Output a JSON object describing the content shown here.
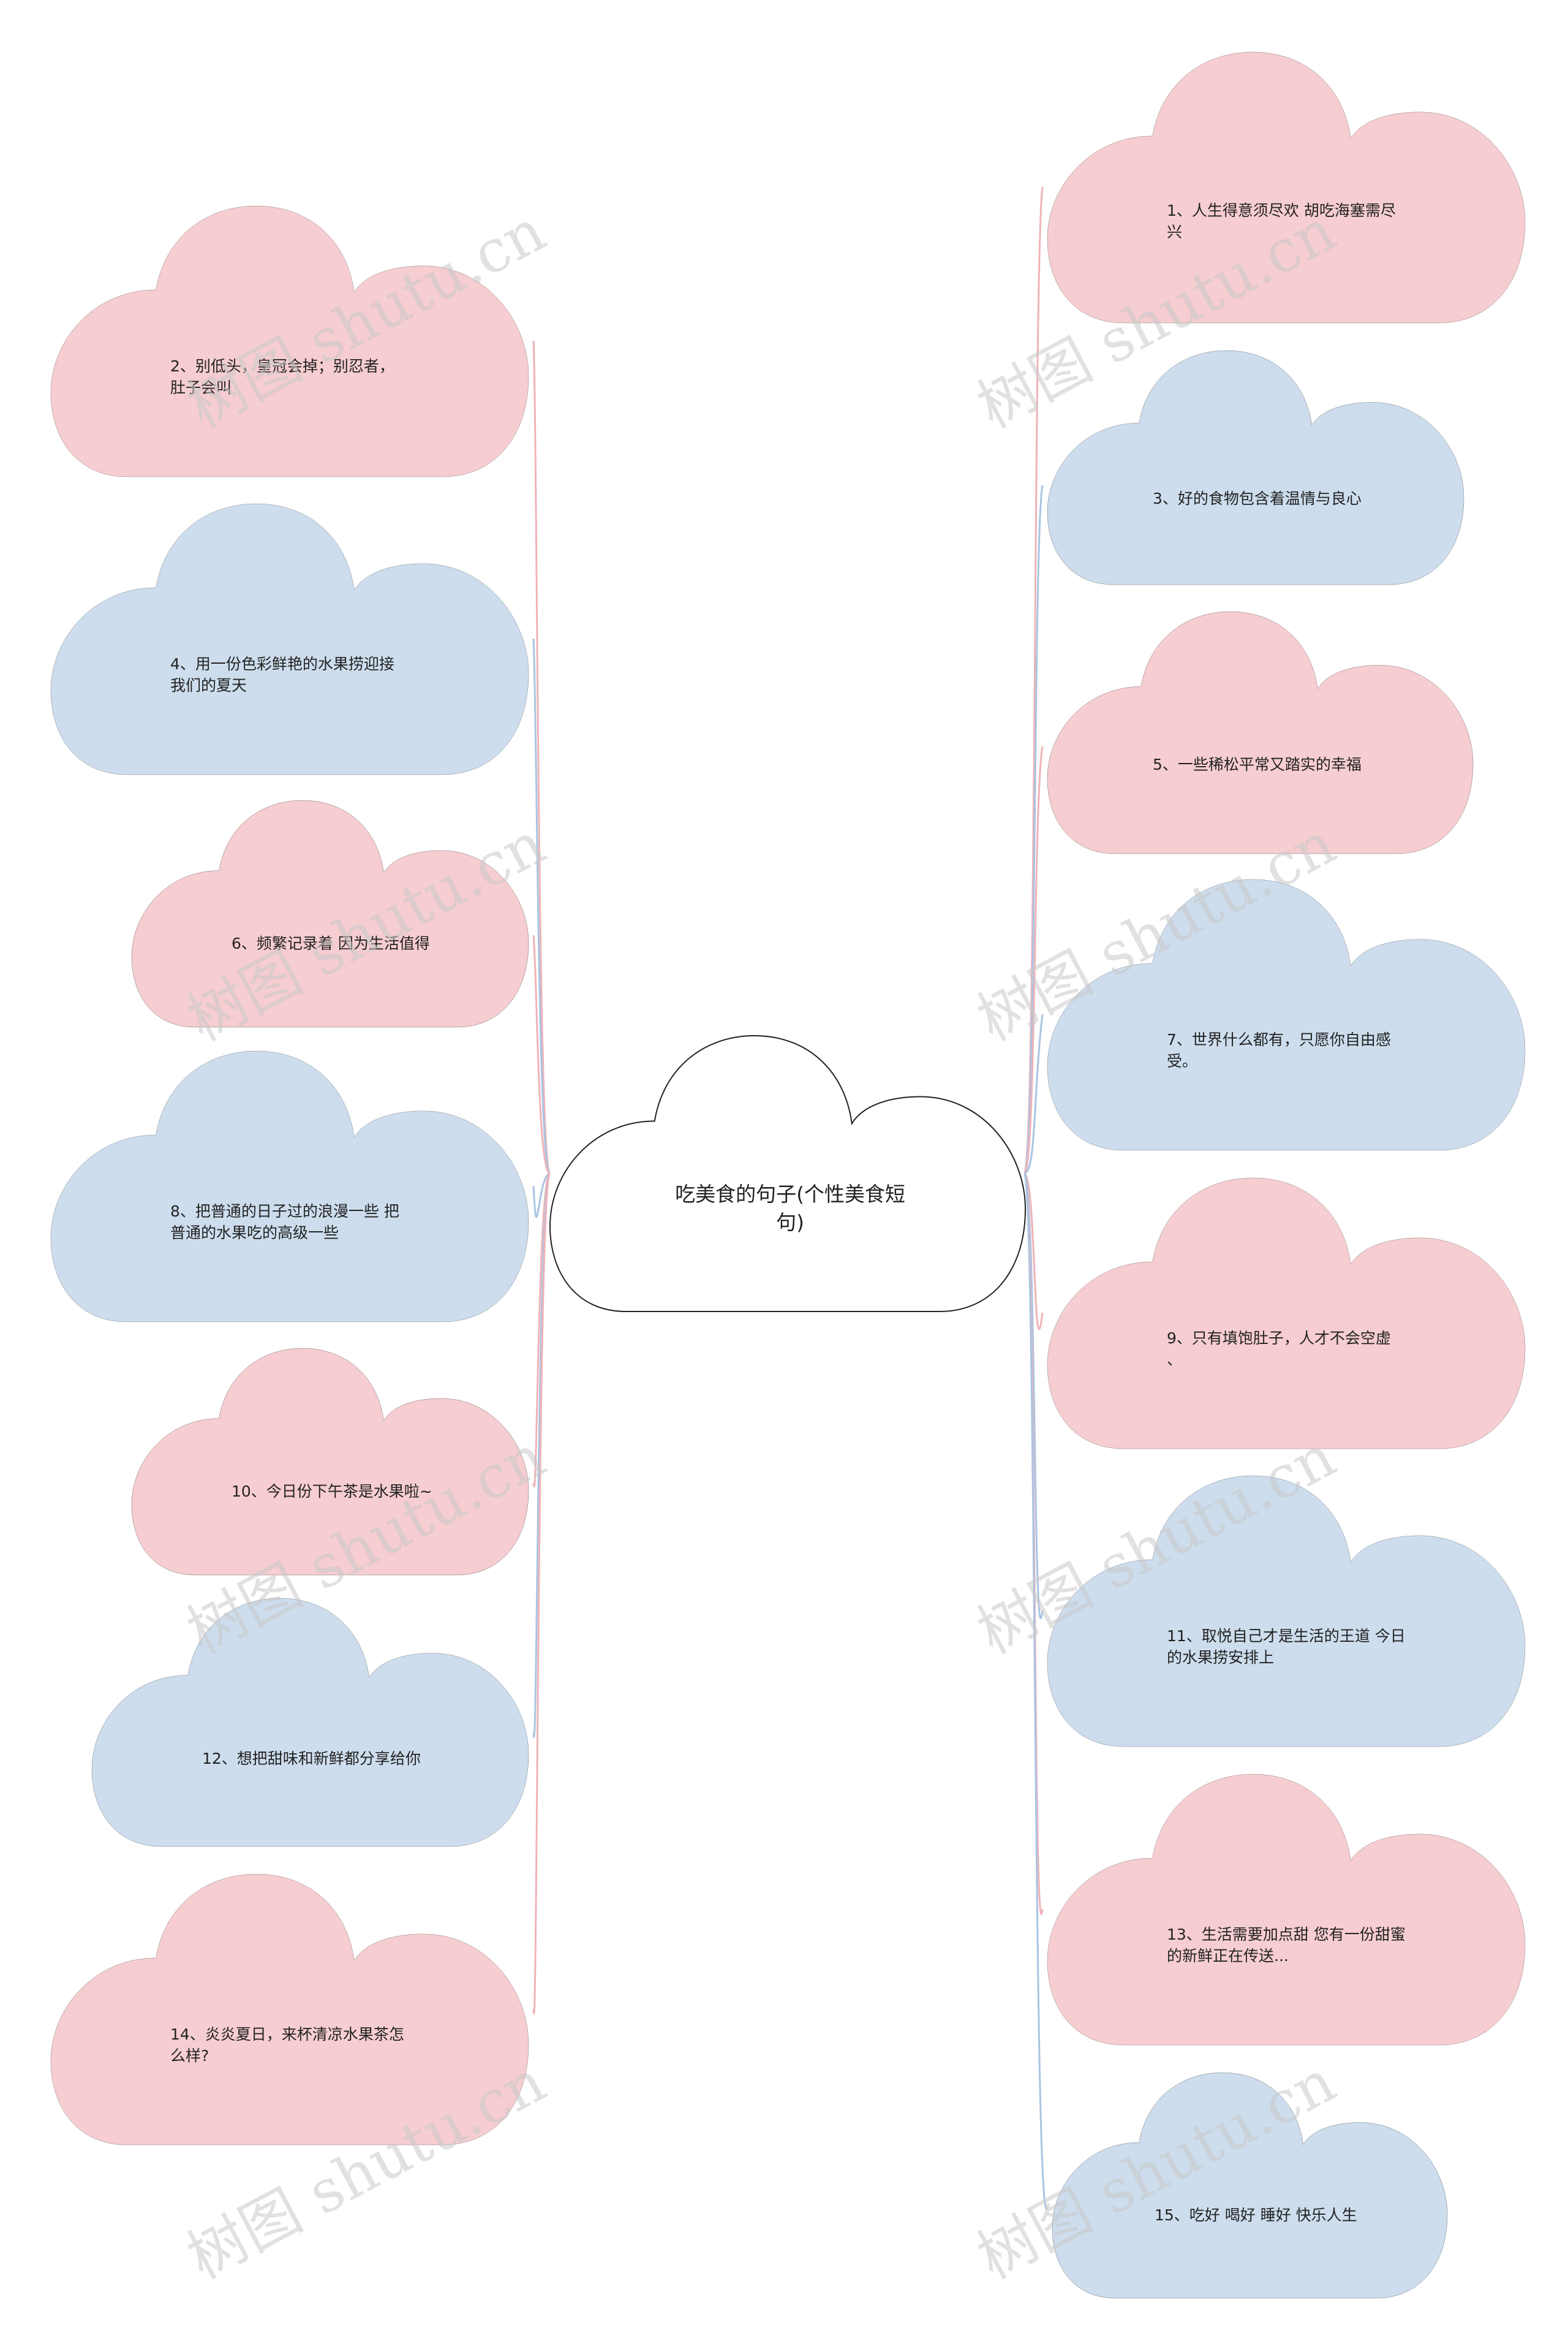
{
  "diagram": {
    "center": {
      "lines": [
        "吃美食的句子(个性美食短",
        "句)"
      ]
    },
    "colors": {
      "pink": "#f6cdd0",
      "blue": "#cddded",
      "white": "#ffffff",
      "stroke": "#222222",
      "line_pink": "#efb3b8",
      "line_blue": "#a9c4e3"
    },
    "clouds": [
      {
        "id": "c1",
        "color": "pink",
        "lines": [
          "1、人生得意须尽欢 胡吃海塞需尽",
          "兴"
        ]
      },
      {
        "id": "c2",
        "color": "pink",
        "lines": [
          "2、别低头，皇冠会掉；别忍者，",
          "肚子会叫"
        ]
      },
      {
        "id": "c3",
        "color": "blue",
        "lines": [
          "3、好的食物包含着温情与良心"
        ]
      },
      {
        "id": "c4",
        "color": "blue",
        "lines": [
          "4、用一份色彩鲜艳的水果捞迎接",
          "我们的夏天"
        ]
      },
      {
        "id": "c5",
        "color": "pink",
        "lines": [
          "5、一些稀松平常又踏实的幸福"
        ]
      },
      {
        "id": "c6",
        "color": "pink",
        "lines": [
          "6、频繁记录着 因为生活值得"
        ]
      },
      {
        "id": "c7",
        "color": "blue",
        "lines": [
          "7、世界什么都有，只愿你自由感",
          "受。"
        ]
      },
      {
        "id": "c8",
        "color": "blue",
        "lines": [
          "8、把普通的日子过的浪漫一些 把",
          "普通的水果吃的高级一些"
        ]
      },
      {
        "id": "c9",
        "color": "pink",
        "lines": [
          "9、只有填饱肚子，人才不会空虚",
          "、"
        ]
      },
      {
        "id": "c10",
        "color": "pink",
        "lines": [
          "10、今日份下午茶是水果啦~"
        ]
      },
      {
        "id": "c11",
        "color": "blue",
        "lines": [
          "11、取悦自己才是生活的王道 今日",
          "的水果捞安排上"
        ]
      },
      {
        "id": "c12",
        "color": "blue",
        "lines": [
          "12、想把甜味和新鲜都分享给你"
        ]
      },
      {
        "id": "c13",
        "color": "pink",
        "lines": [
          "13、生活需要加点甜 您有一份甜蜜",
          "的新鲜正在传送..."
        ]
      },
      {
        "id": "c14",
        "color": "pink",
        "lines": [
          "14、炎炎夏日，来杯清凉水果茶怎",
          "么样?"
        ]
      },
      {
        "id": "c15",
        "color": "blue",
        "lines": [
          "15、吃好 喝好 睡好 快乐人生"
        ]
      }
    ],
    "watermark": "树图 shutu.cn"
  }
}
